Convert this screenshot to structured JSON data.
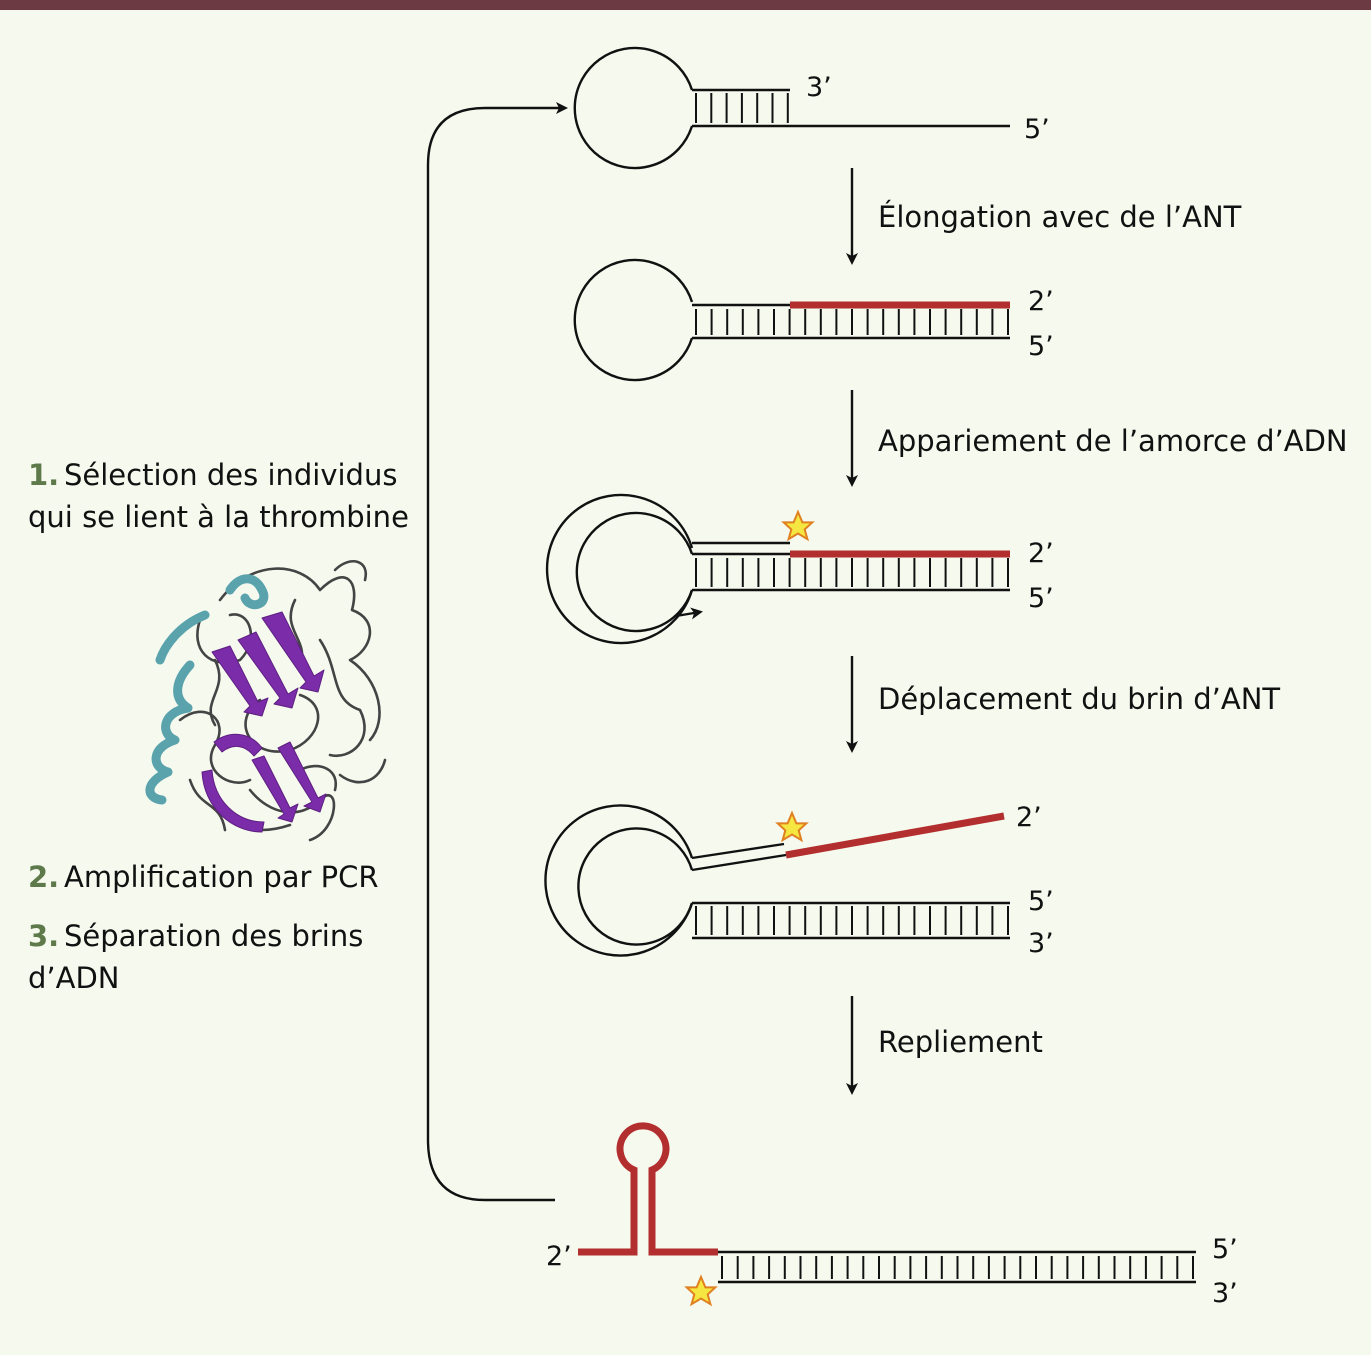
{
  "steps": [
    {
      "number": "1.",
      "text_line1": "Sélection des individus",
      "text_line2": "qui se lient à la thrombine"
    },
    {
      "number": "2.",
      "text": "Amplification par PCR"
    },
    {
      "number": "3.",
      "text_line1": "Séparation des brins",
      "text_line2": "d’ADN"
    }
  ],
  "stages": [
    {
      "label": "Élongation avec de l’ANT"
    },
    {
      "label": "Appariement de l’amorce d’ADN"
    },
    {
      "label": "Déplacement du brin d’ANT"
    },
    {
      "label": "Repliement"
    }
  ],
  "ends": {
    "s1_top": "3’",
    "s1_bottom": "5’",
    "s2_top": "2’",
    "s2_bottom": "5’",
    "s3_top": "2’",
    "s3_bottom": "5’",
    "s4_red": "2’",
    "s4_top": "5’",
    "s4_bottom": "3’",
    "s5_left": "2’",
    "s5_top": "5’",
    "s5_bottom": "3’"
  },
  "colors": {
    "header_bar": "#6b3a42",
    "background": "#f5f9ee",
    "ant_strand": "#b32e2e",
    "star_fill": "#f5e642",
    "star_stroke": "#e08020",
    "step_number": "#5e7a4a",
    "protein_helix": "#5aa3ad",
    "protein_sheet": "#7b2ca8"
  },
  "icons": {
    "protein": "thrombin-protein-structure-icon",
    "label": "fluorophore-star-icon"
  }
}
